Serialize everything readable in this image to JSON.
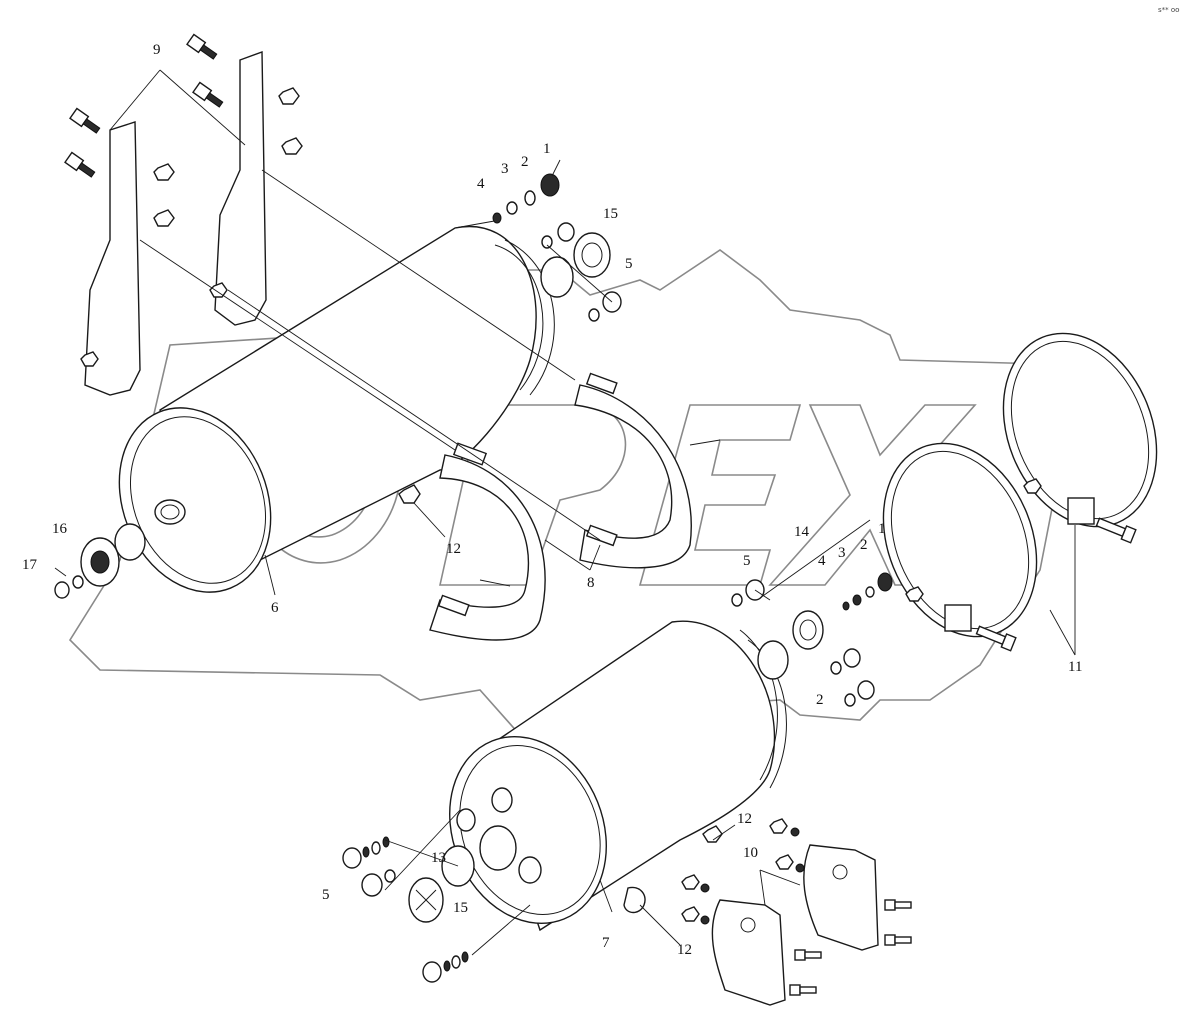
{
  "corner_mark": "s** ooo",
  "callouts": {
    "n1a": "1",
    "n2a": "2",
    "n3a": "3",
    "n4a": "4",
    "n5a": "5",
    "n15a": "15",
    "n9": "9",
    "n16": "16",
    "n17": "17",
    "n6": "6",
    "n12a": "12",
    "n8": "8",
    "n5b": "5",
    "n14": "14",
    "n4b": "4",
    "n3b": "3",
    "n2b": "2",
    "n1b": "1",
    "n11": "11",
    "n2c": "2",
    "n12b": "12",
    "n10": "10",
    "n13": "13",
    "n5c": "5",
    "n15b": "15",
    "n7": "7",
    "n12c": "12"
  }
}
